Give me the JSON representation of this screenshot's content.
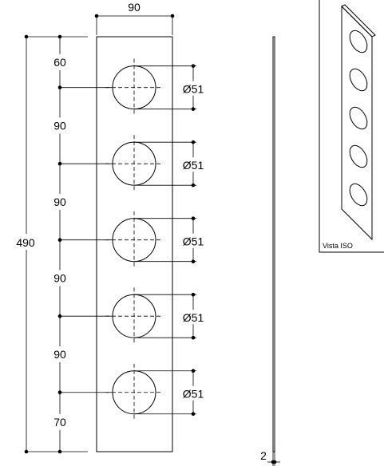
{
  "drawing": {
    "width_label": "90",
    "height_label": "490",
    "thickness_label": "2",
    "spacing_labels": [
      "60",
      "90",
      "90",
      "90",
      "90",
      "70"
    ],
    "diameter_label": "Ø51",
    "hole_count": 5,
    "iso_view_label": "Vista ISO"
  }
}
